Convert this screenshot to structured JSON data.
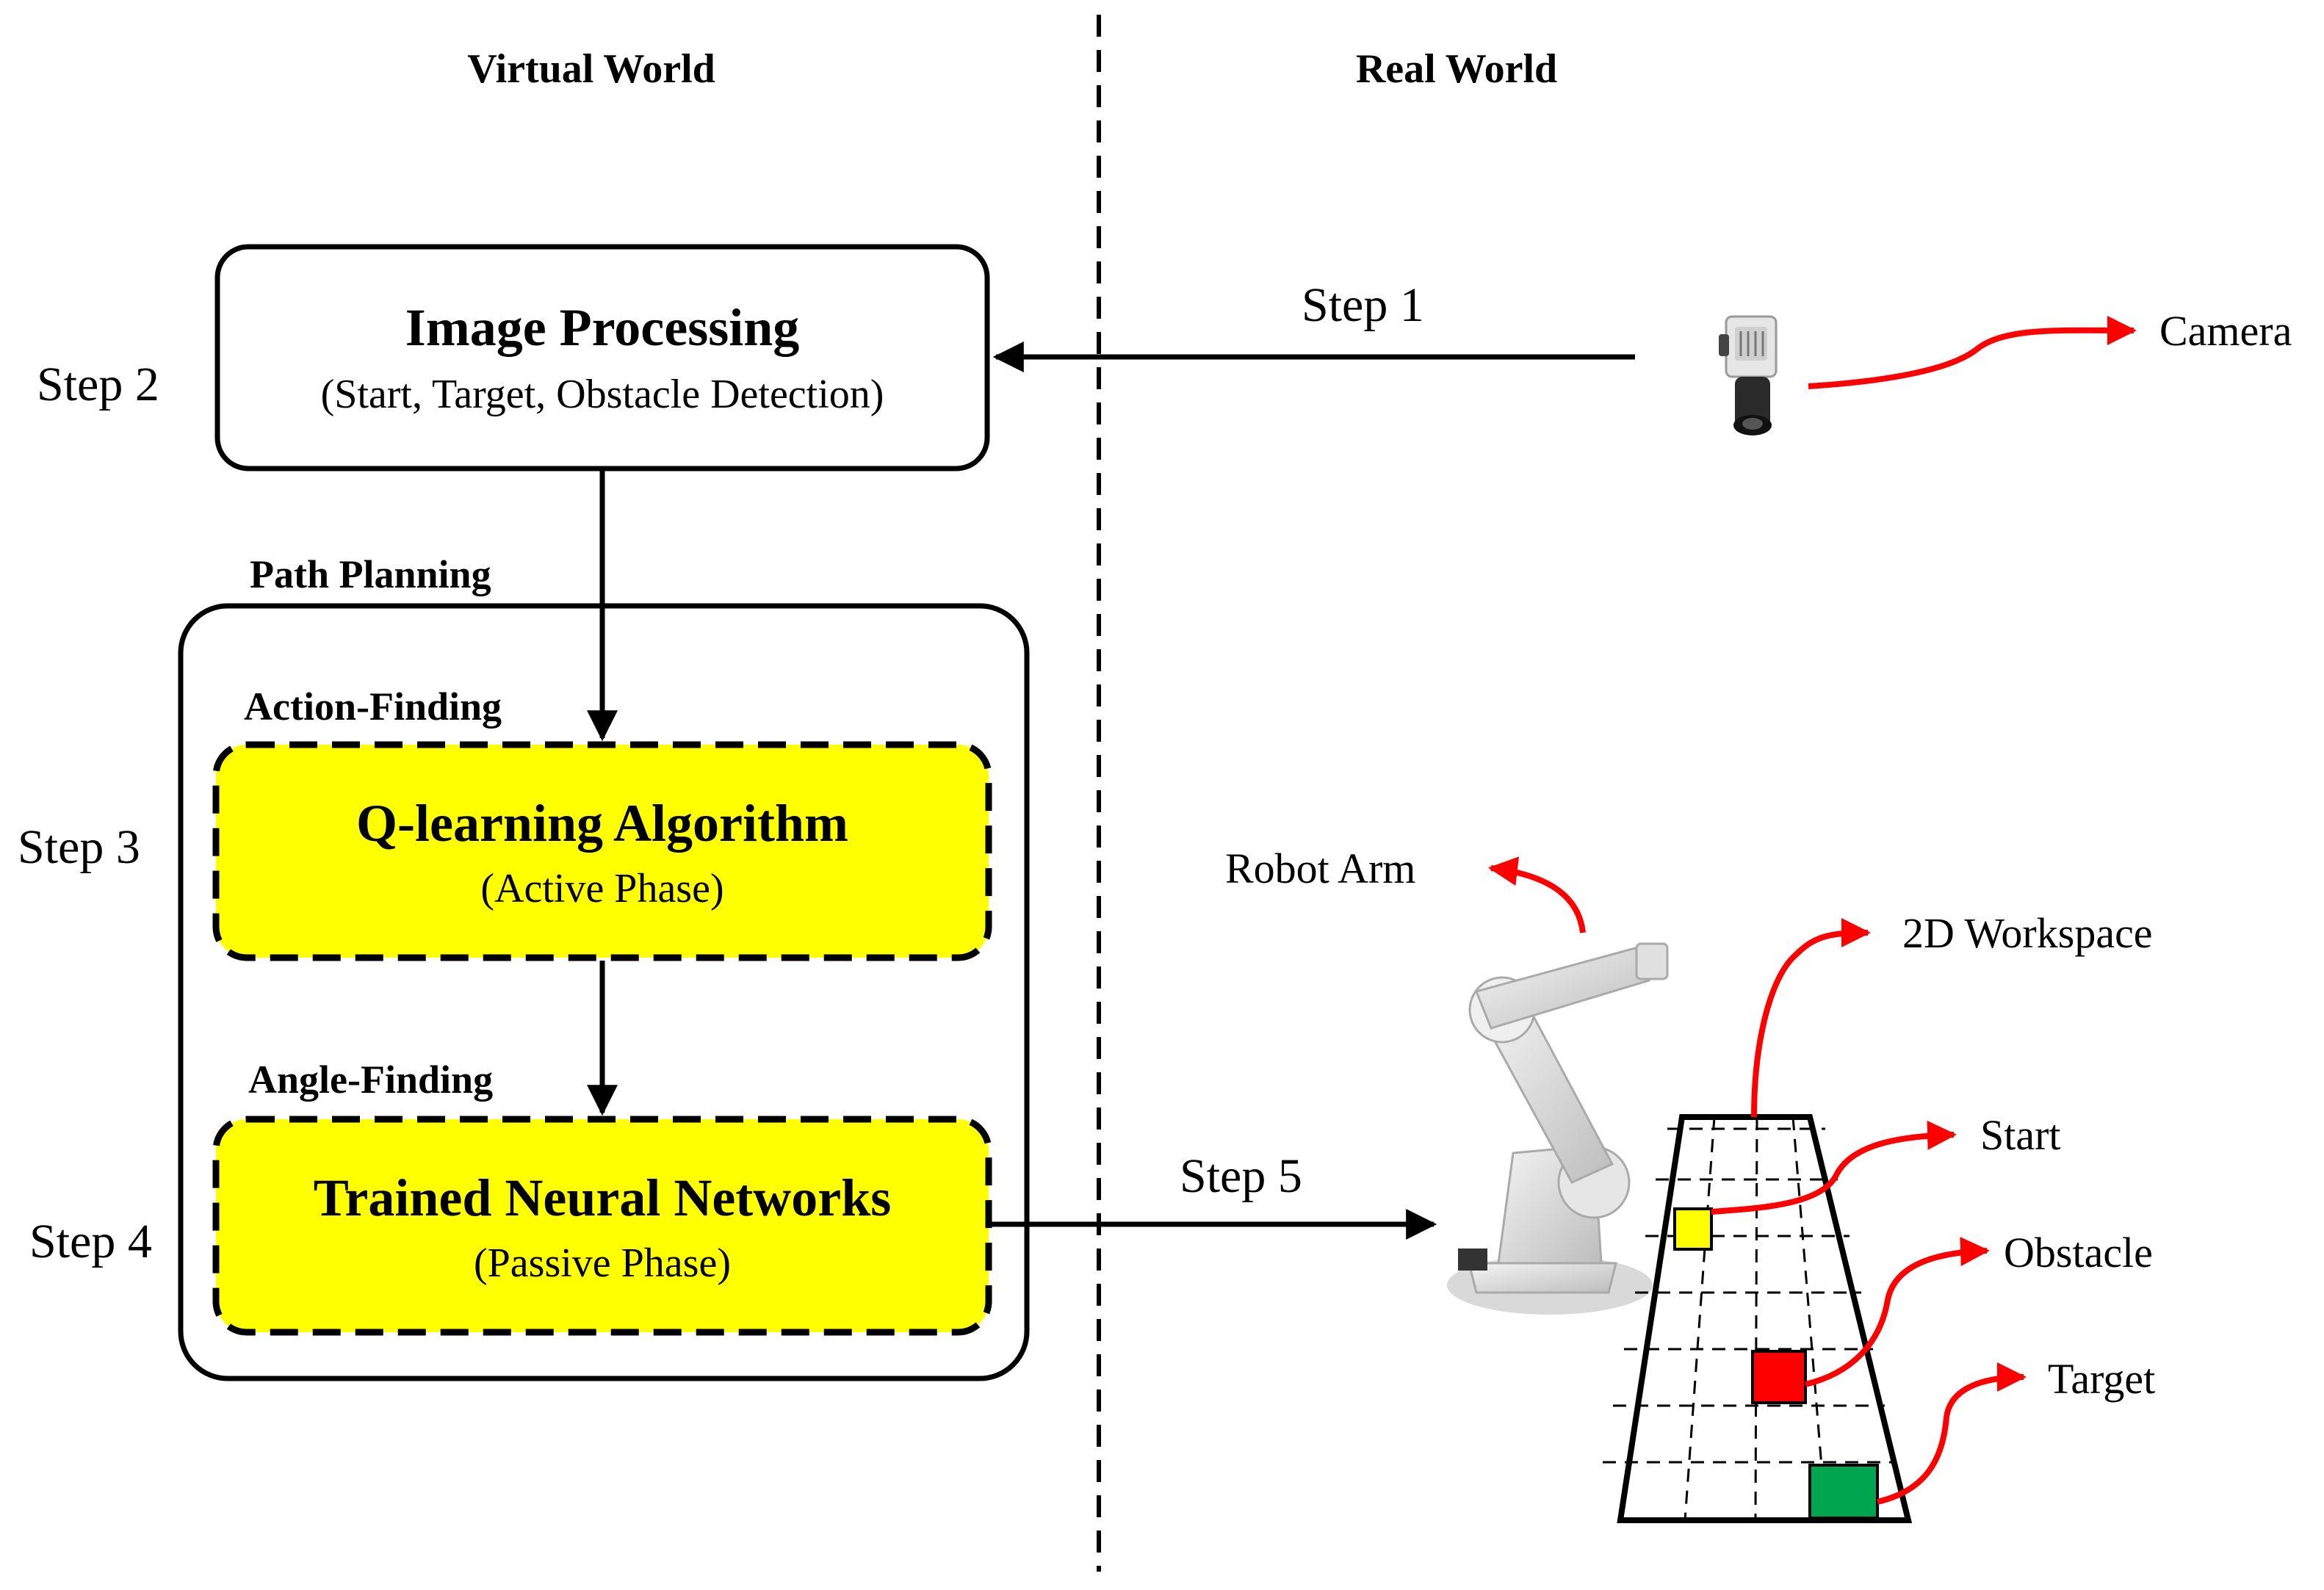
{
  "headers": {
    "virtual": "Virtual World",
    "real": "Real World"
  },
  "steps": {
    "s1": "Step 1",
    "s2": "Step 2",
    "s3": "Step 3",
    "s4": "Step 4",
    "s5": "Step 5"
  },
  "image_processing": {
    "title": "Image Processing",
    "subtitle": "(Start, Target, Obstacle Detection)"
  },
  "path_planning": {
    "label": "Path Planning",
    "action_finding": "Action-Finding",
    "angle_finding": "Angle-Finding"
  },
  "q_learning": {
    "title": "Q-learning Algorithm",
    "subtitle": "(Active Phase)"
  },
  "neural_networks": {
    "title": "Trained Neural Networks",
    "subtitle": "(Passive Phase)"
  },
  "real_labels": {
    "camera": "Camera",
    "robot_arm": "Robot Arm",
    "workspace": "2D Workspace",
    "start": "Start",
    "obstacle": "Obstacle",
    "target": "Target"
  },
  "colors": {
    "highlight_box": "#ffff00",
    "pointer_arrow": "#ff0000",
    "start_cell": "#ffff00",
    "obstacle_cell": "#ff0000",
    "target_cell": "#00a550"
  },
  "icons": {
    "camera": "camera-icon",
    "robot": "industrial-robot-arm-icon"
  }
}
